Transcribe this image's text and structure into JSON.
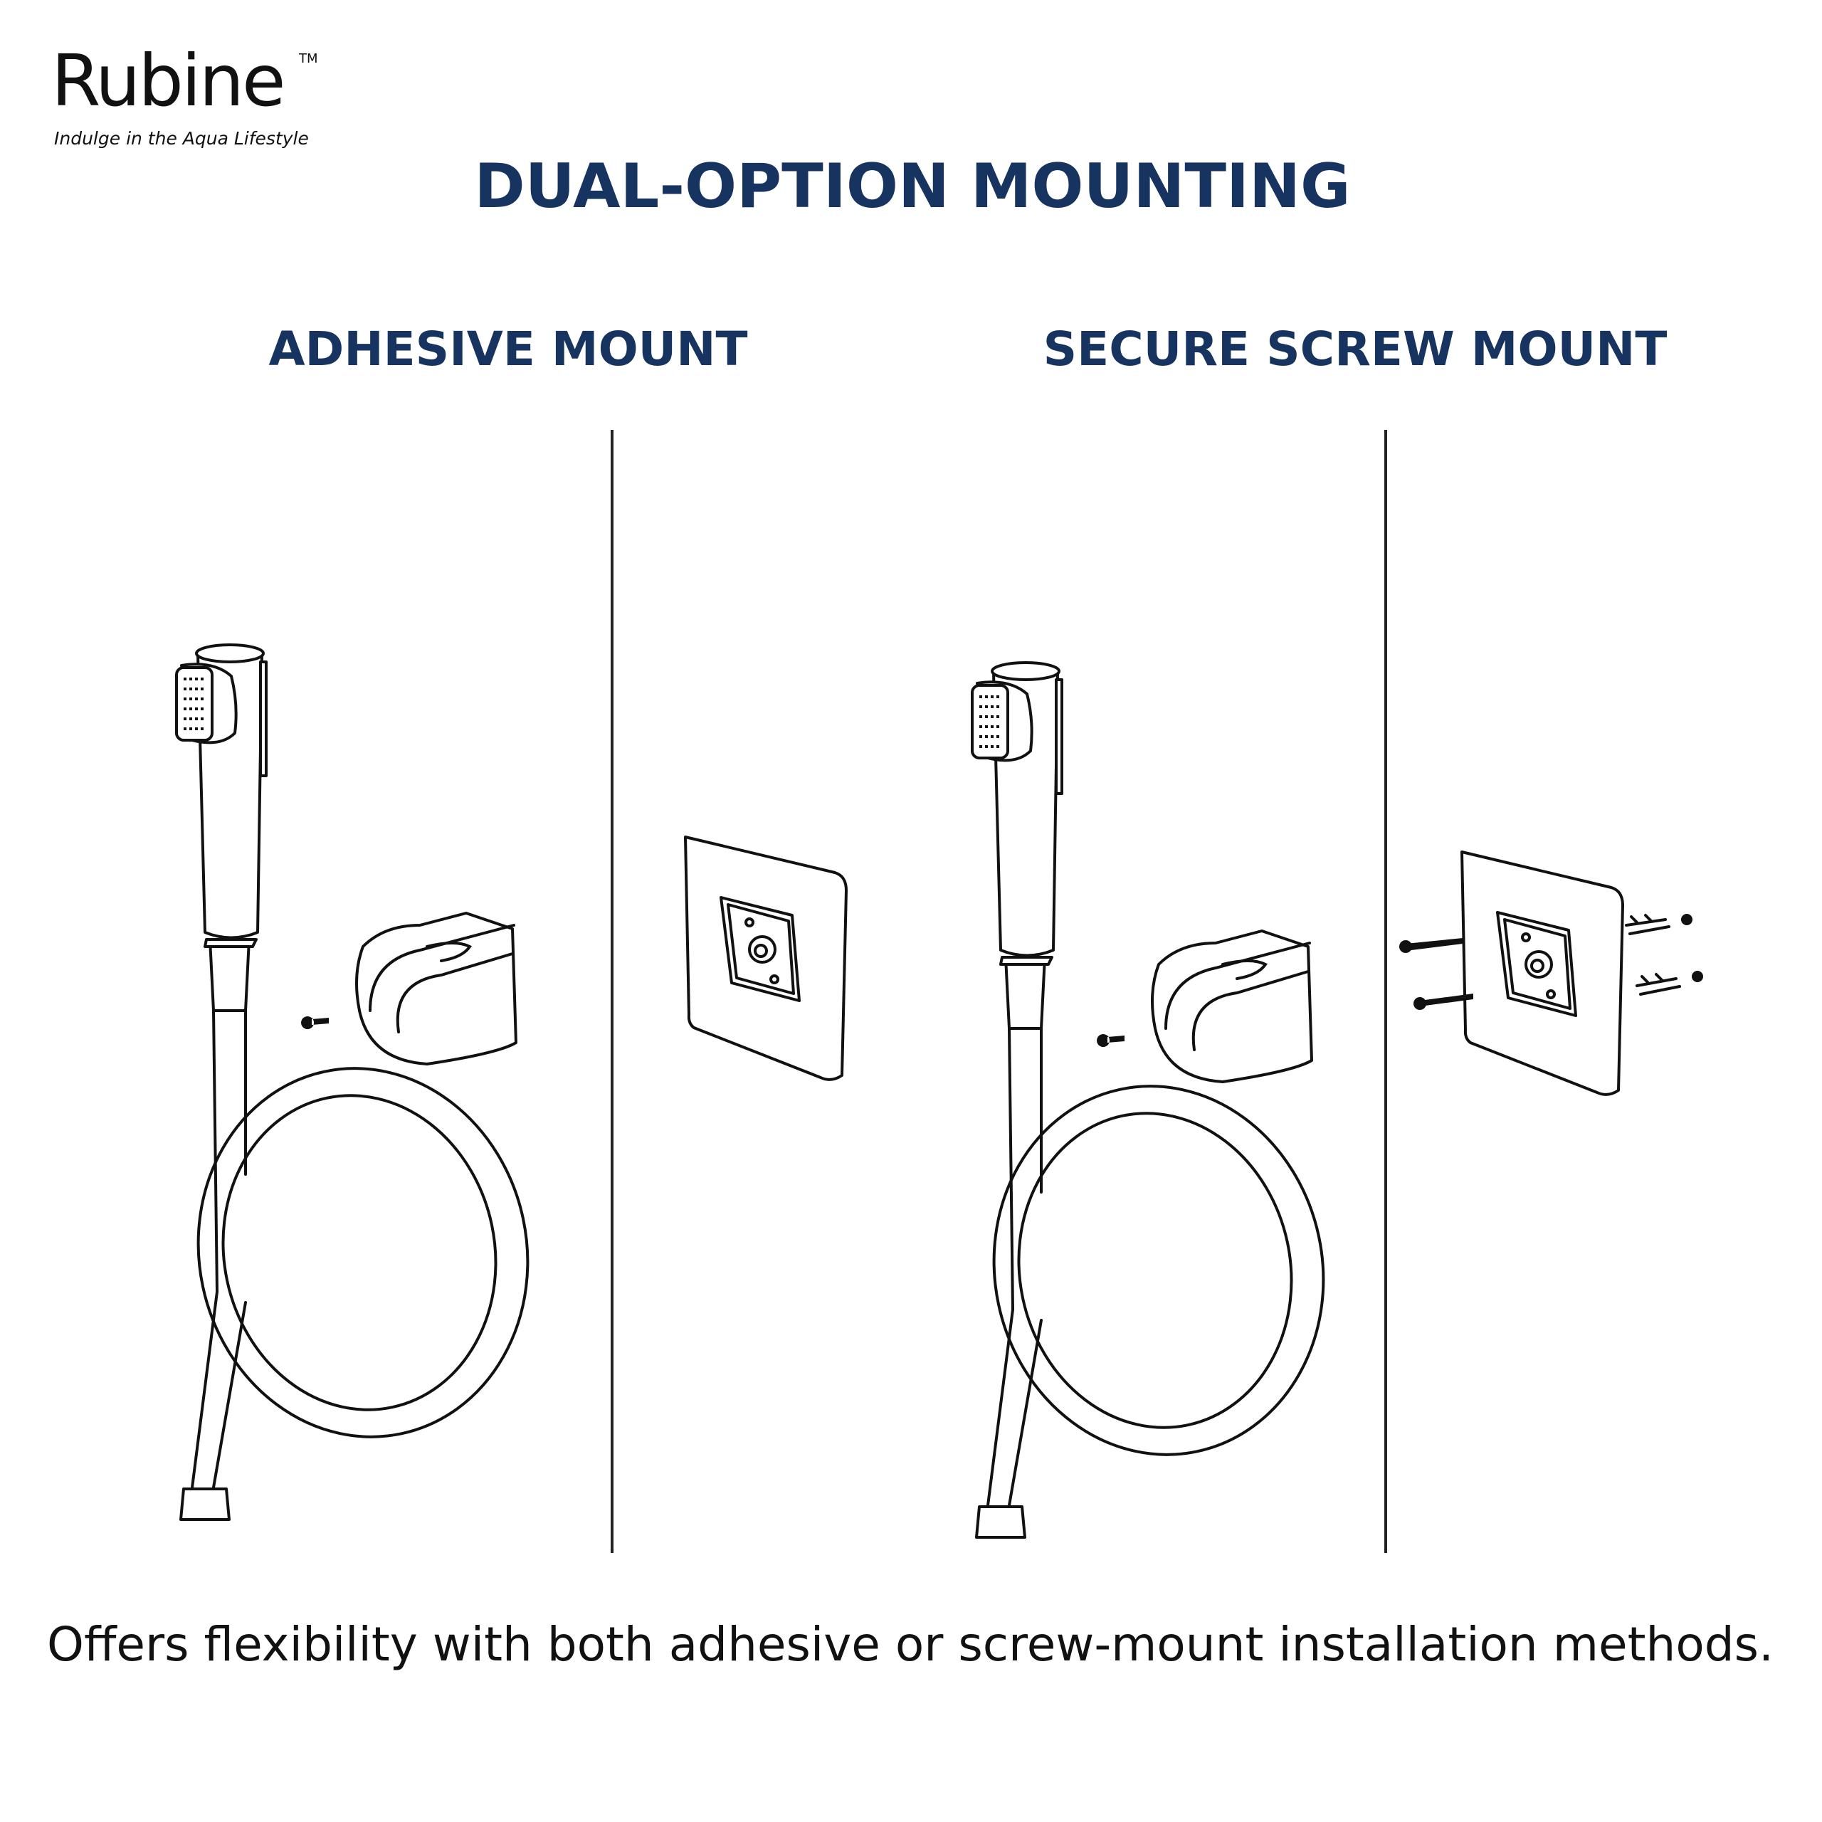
{
  "logo": {
    "brand": "Rubine",
    "trademark": "TM",
    "tagline": "Indulge in the Aqua Lifestyle"
  },
  "title": "DUAL-OPTION MOUNTING",
  "sections": [
    {
      "heading": "ADHESIVE MOUNT"
    },
    {
      "heading": "SECURE SCREW MOUNT"
    }
  ],
  "caption": "Offers flexibility with both adhesive or screw-mount installation methods.",
  "colors": {
    "heading": "#17335f",
    "text": "#111111"
  }
}
